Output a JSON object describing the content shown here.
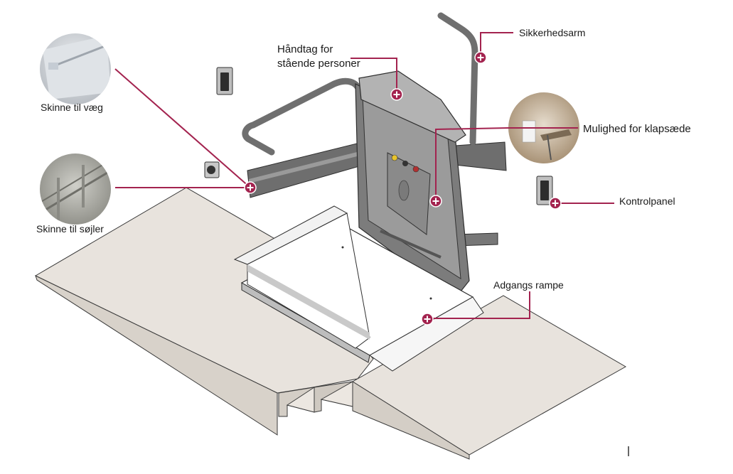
{
  "colors": {
    "accent": "#a3234f",
    "floor": "#e8e3dd",
    "panel": "#8e8e8e",
    "platform": "#ffffff",
    "rail": "#6e6e6e"
  },
  "labels": {
    "handle": [
      "Håndtag for",
      "stående personer"
    ],
    "safety_arm": "Sikkerhedsarm",
    "folding_seat": "Mulighed for klapsæde",
    "control_panel": "Kontrolpanel",
    "access_ramp": "Adgangs rampe",
    "wall_rail": "Skinne til væg",
    "column_rail": "Skinne til søjler"
  },
  "icons": [
    "plus-marker-icon",
    "remote-control-icon",
    "call-button-icon",
    "photo-thumbnail"
  ]
}
